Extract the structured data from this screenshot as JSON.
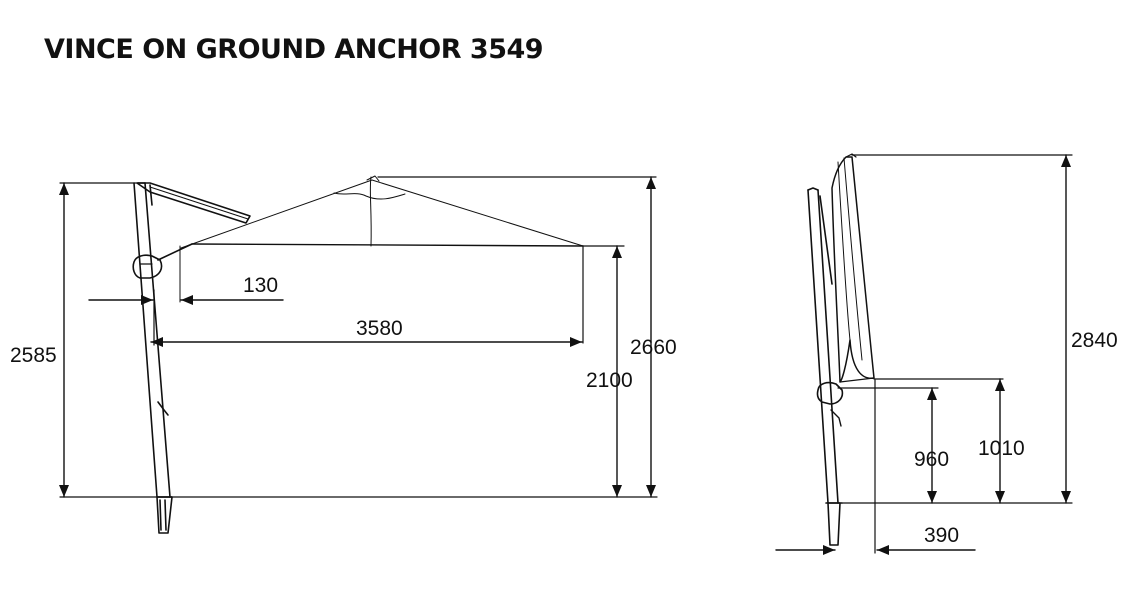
{
  "title": "VINCE ON GROUND ANCHOR 3549",
  "colors": {
    "ink": "#111111",
    "background": "#ffffff"
  },
  "side_view": {
    "overall_height_label": "2585",
    "canopy_top_height_label": "2660",
    "canopy_edge_height_label": "2100",
    "reach_label": "3580",
    "offset_label": "130"
  },
  "front_view": {
    "overall_height_label": "2840",
    "closed_clearance_label": "960",
    "tip_height_label": "1010",
    "depth_label": "390"
  }
}
